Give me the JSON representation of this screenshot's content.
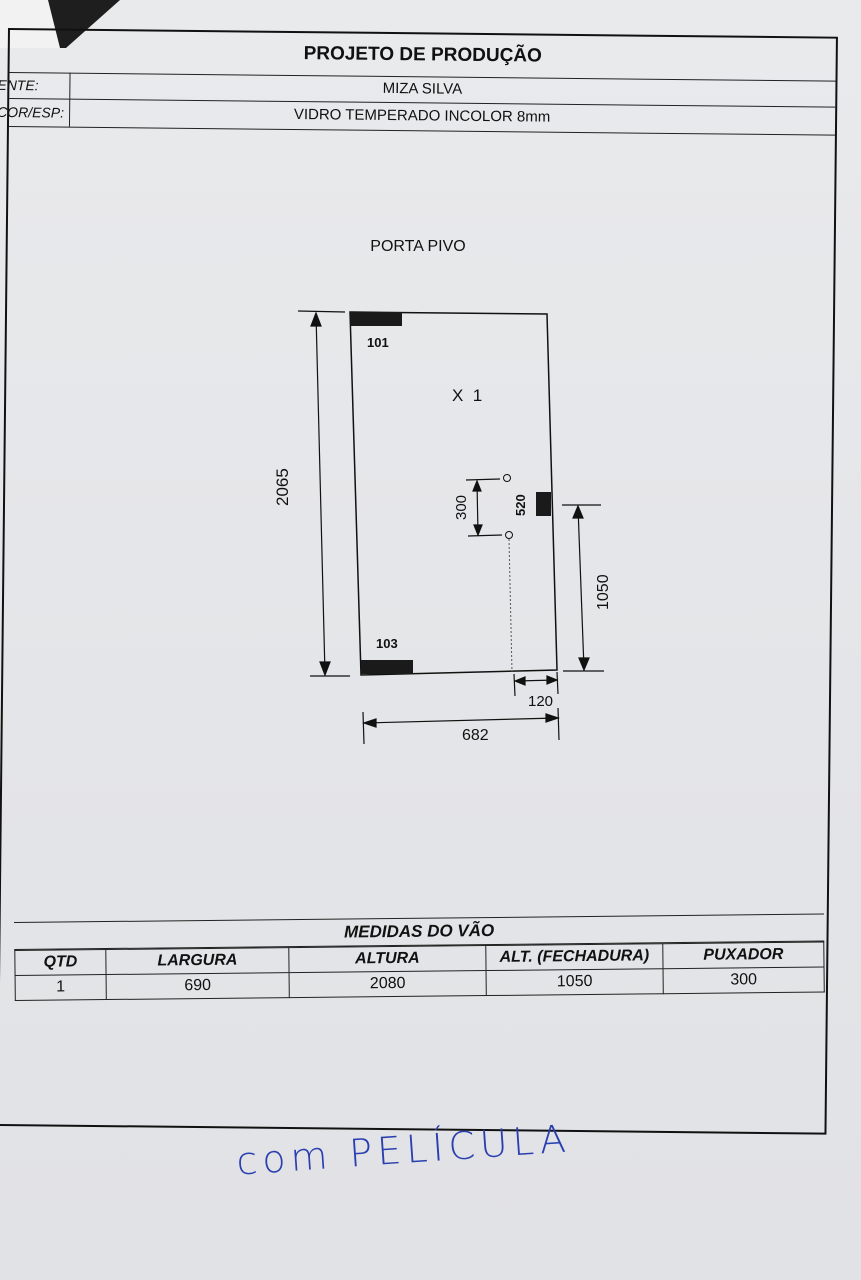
{
  "header": {
    "title": "PROJETO DE PRODUÇÃO",
    "client_label": "ENTE:",
    "client": "MIZA SILVA",
    "glass_label": "COR/ESP:",
    "glass": "VIDRO TEMPERADO INCOLOR 8mm"
  },
  "drawing": {
    "title": "PORTA PIVO",
    "quantity_mark": "X  1",
    "height_dim": "2065",
    "width_dim": "682",
    "lock_height_dim": "1050",
    "handle_dim": "300",
    "handle_offset_dim": "120",
    "lock_code": "520",
    "top_hinge_code": "101",
    "bottom_hinge_code": "103"
  },
  "measurements": {
    "section_title": "MEDIDAS DO VÃO",
    "headers": [
      "QTD",
      "LARGURA",
      "ALTURA",
      "ALT. (FECHADURA)",
      "PUXADOR"
    ],
    "rows": [
      [
        "1",
        "690",
        "2080",
        "1050",
        "300"
      ]
    ]
  },
  "note": "com PELÍCULA",
  "colors": {
    "ink": "#111111",
    "pen": "#2a3fb0",
    "paper": "#e6e7ea"
  }
}
